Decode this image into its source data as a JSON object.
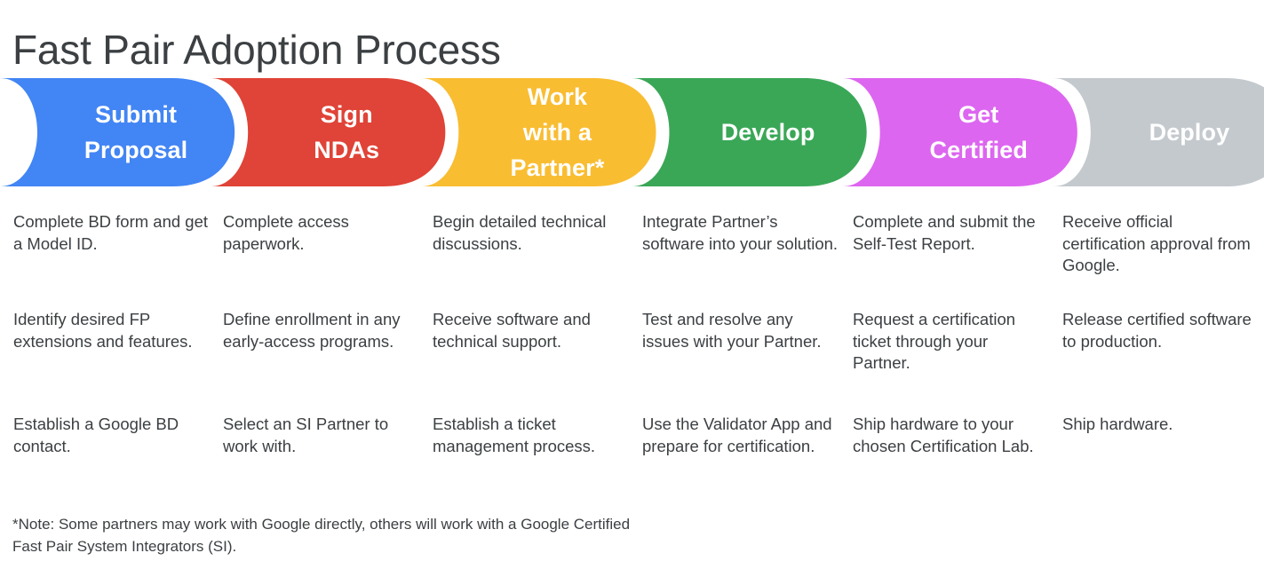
{
  "page": {
    "title": "Fast Pair Adoption Process",
    "title_color": "#3c4043",
    "background": "#ffffff"
  },
  "banner": {
    "stages": [
      {
        "id": "submit-proposal",
        "label": "Submit\nProposal",
        "color": "#4285f4",
        "text_color": "#ffffff"
      },
      {
        "id": "sign-ndas",
        "label": "Sign\nNDAs",
        "color": "#e04337",
        "text_color": "#ffffff"
      },
      {
        "id": "work-partner",
        "label": "Work\nwith a\nPartner*",
        "color": "#f9bd32",
        "text_color": "#ffffff"
      },
      {
        "id": "develop",
        "label": "Develop",
        "color": "#3aa757",
        "text_color": "#ffffff"
      },
      {
        "id": "get-certified",
        "label": "Get\nCertified",
        "color": "#dd66f0",
        "text_color": "#ffffff"
      },
      {
        "id": "deploy",
        "label": "Deploy",
        "color": "#c4c9ce",
        "text_color": "#ffffff"
      }
    ]
  },
  "columns": [
    {
      "id": "submit-proposal",
      "items": [
        "Complete BD form and get a Model ID.",
        "Identify desired FP extensions and features.",
        "Establish a Google BD contact."
      ]
    },
    {
      "id": "sign-ndas",
      "items": [
        "Complete access paperwork.",
        "Define enrollment in any early-access programs.",
        "Select an SI Partner to work with."
      ]
    },
    {
      "id": "work-partner",
      "items": [
        "Begin detailed technical discussions.",
        "Receive software and technical support.",
        "Establish a ticket management process."
      ]
    },
    {
      "id": "develop",
      "items": [
        "Integrate Partner’s software into your solution.",
        "Test and resolve any issues with your Partner.",
        "Use the Validator App and prepare for certification."
      ]
    },
    {
      "id": "get-certified",
      "items": [
        "Complete and submit the Self-Test Report.",
        "Request a certification ticket through your Partner.",
        "Ship hardware to your chosen Certification Lab."
      ]
    },
    {
      "id": "deploy",
      "items": [
        "Receive official certification approval from Google.",
        "Release certified software to production.",
        "Ship hardware."
      ]
    }
  ],
  "footnote": {
    "text": "*Note: Some partners may work with Google directly, others will work with a Google Certified Fast Pair System Integrators (SI)."
  }
}
